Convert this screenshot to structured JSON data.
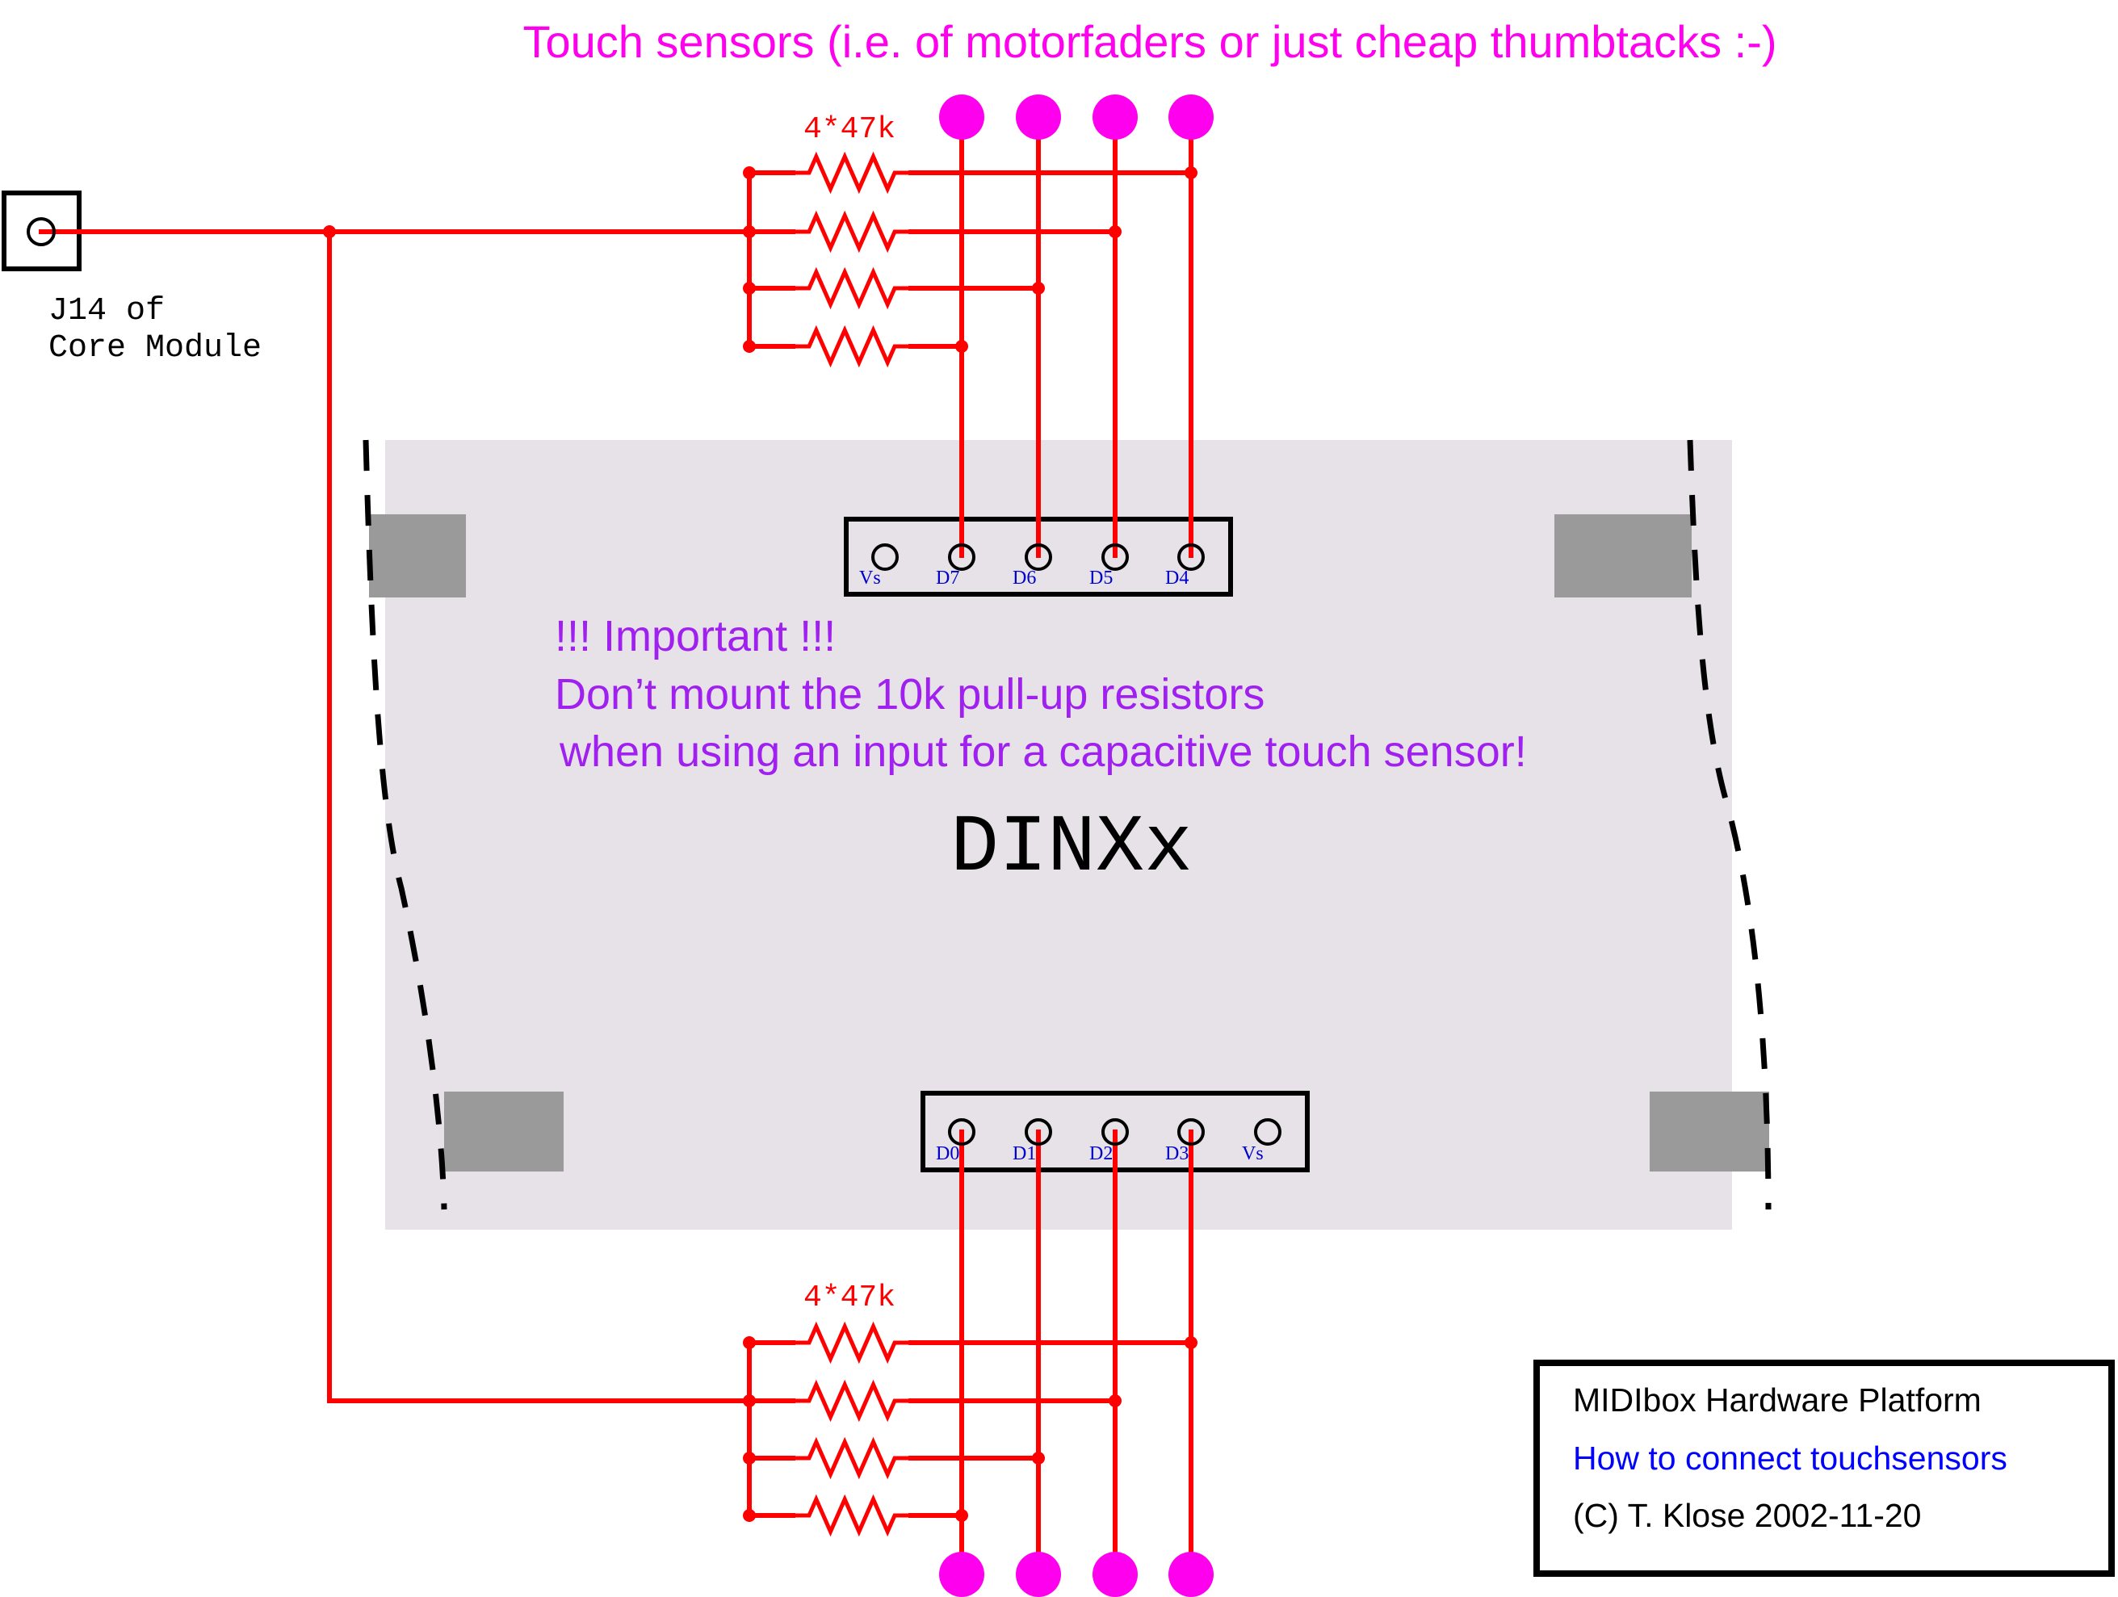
{
  "title": "Touch sensors (i.e. of motorfaders or just cheap thumbtacks :-)",
  "connector_label_line1": "J14 of",
  "connector_label_line2": "Core Module",
  "resistor_label_top": "4*47k",
  "resistor_label_bottom": "4*47k",
  "board": {
    "name": "DINXx",
    "note_line1": "!!! Important !!!",
    "note_line2": "Don’t mount the 10k pull-up resistors",
    "note_line3": "when using an input for a capacitive touch sensor!",
    "top_header_pins": [
      "Vs",
      "D7",
      "D6",
      "D5",
      "D4"
    ],
    "bottom_header_pins": [
      "D0",
      "D1",
      "D2",
      "D3",
      "Vs"
    ]
  },
  "footer": {
    "line1": "MIDIbox Hardware Platform",
    "line2": "How to connect touchsensors",
    "line3": "(C) T. Klose 2002-11-20"
  },
  "colors": {
    "wire": "#ff0000",
    "sensor": "#ff00ee",
    "title": "#ff00ee",
    "note": "#a020f0",
    "pin_label": "#0000cc",
    "link": "#0000ff",
    "board_fill": "#e6e2e8",
    "standoff": "#9a9a9a"
  },
  "icons": {
    "sensor": "sensor-pad-icon",
    "resistor": "resistor-icon",
    "connector": "pin-connector-icon"
  }
}
